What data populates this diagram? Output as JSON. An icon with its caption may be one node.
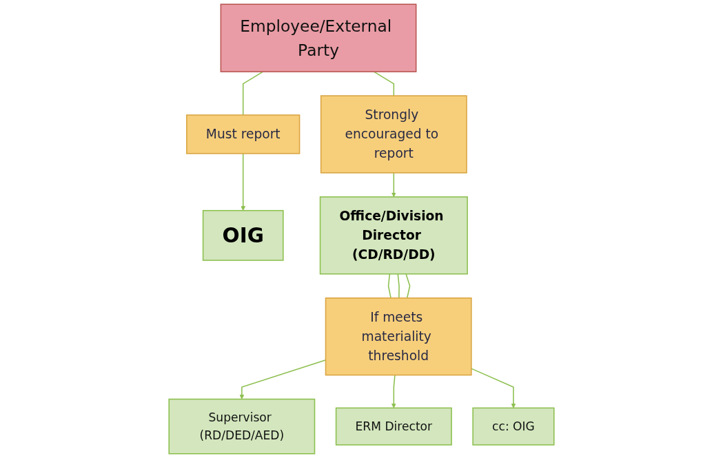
{
  "diagram": {
    "nodes": [
      {
        "text": [
          "Employee/External Party"
        ]
      },
      {
        "text": [
          "Must report"
        ]
      },
      {
        "text": [
          "Strongly encouraged to report"
        ]
      },
      {
        "text": [
          "OIG"
        ]
      },
      {
        "text": [
          "Office/Division Director (CD/RD/DD)"
        ]
      },
      {
        "text": [
          "If meets materiality threshold"
        ]
      },
      {
        "text": [
          "Supervisor (RD/DED/AED)"
        ]
      },
      {
        "text": [
          "ERM Director"
        ]
      },
      {
        "text": [
          "cc: OIG"
        ]
      }
    ],
    "edges": [
      {
        "from": 0,
        "to": 1,
        "arrow": "none"
      },
      {
        "from": 0,
        "to": 2,
        "arrow": "none"
      },
      {
        "from": 1,
        "to": 3,
        "arrow": "to"
      },
      {
        "from": 2,
        "to": 4,
        "arrow": "to"
      },
      {
        "from": 4,
        "to": 5,
        "arrow": "none"
      },
      {
        "from": 4,
        "to": 5,
        "arrow": "none"
      },
      {
        "from": 4,
        "to": 5,
        "arrow": "none"
      },
      {
        "from": 5,
        "to": 6,
        "arrow": "to"
      },
      {
        "from": 5,
        "to": 7,
        "arrow": "to"
      },
      {
        "from": 5,
        "to": 8,
        "arrow": "to"
      }
    ]
  }
}
